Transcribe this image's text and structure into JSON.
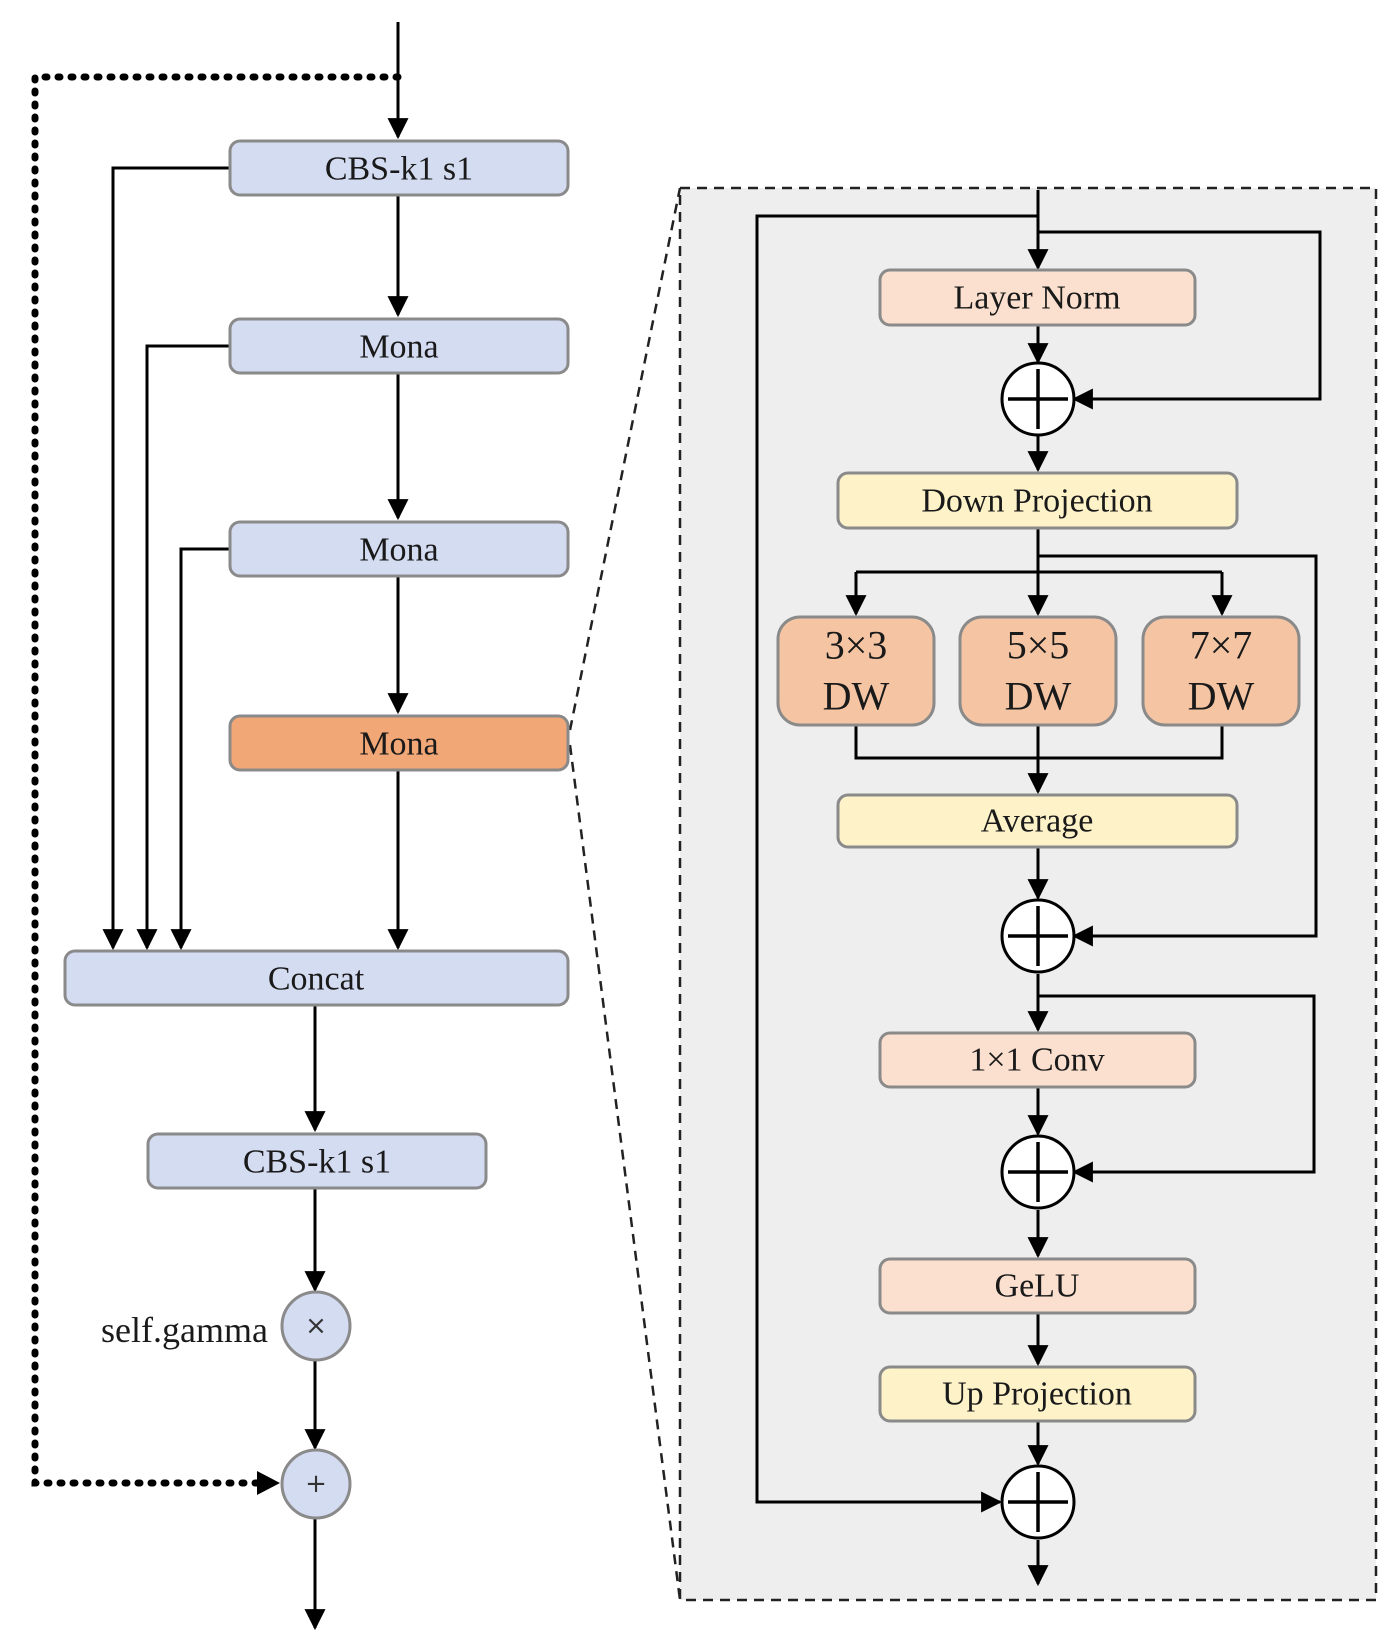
{
  "colors": {
    "blue_block": "#d4dcf2",
    "orange_highlight": "#f2a776",
    "peach_block": "#fbe0cf",
    "yellow_block": "#fdf2c8",
    "dw_block": "#f5c4a3",
    "detail_panel_bg": "#eeeeee"
  },
  "left_flow": {
    "cbs_top": "CBS-k1 s1",
    "mona_1": "Mona",
    "mona_2": "Mona",
    "mona_3": "Mona",
    "concat": "Concat",
    "cbs_bottom": "CBS-k1 s1",
    "gamma_label": "self.gamma",
    "multiply_symbol": "×",
    "add_symbol": "+"
  },
  "mona_detail": {
    "layer_norm": "Layer Norm",
    "down_projection": "Down Projection",
    "dw_3": [
      "3×3",
      "DW"
    ],
    "dw_5": [
      "5×5",
      "DW"
    ],
    "dw_7": [
      "7×7",
      "DW"
    ],
    "average": "Average",
    "conv_1x1": "1×1 Conv",
    "gelu": "GeLU",
    "up_projection": "Up Projection"
  }
}
